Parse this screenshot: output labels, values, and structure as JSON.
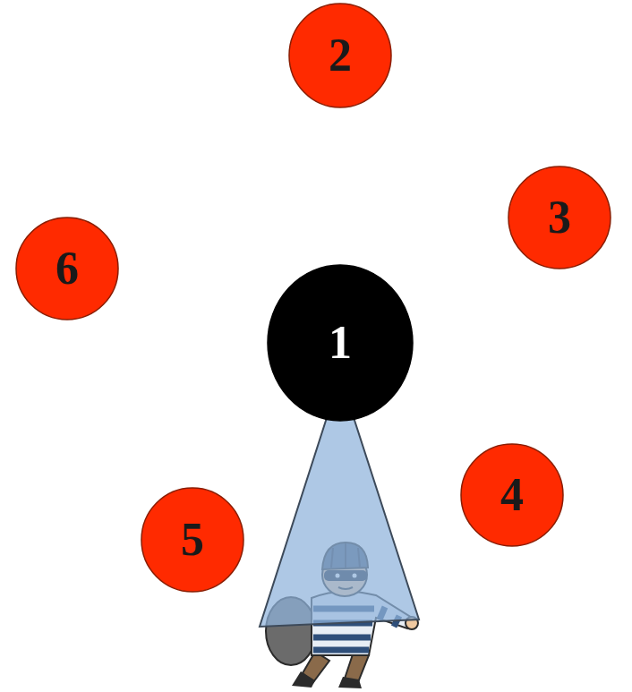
{
  "diagram": {
    "nodes": [
      {
        "text": [
          "2"
        ]
      },
      {
        "text": [
          "3"
        ]
      },
      {
        "text": [
          "6"
        ]
      },
      {
        "text": [
          "1"
        ]
      },
      {
        "text": [
          "4"
        ]
      },
      {
        "text": [
          "5"
        ]
      }
    ]
  }
}
